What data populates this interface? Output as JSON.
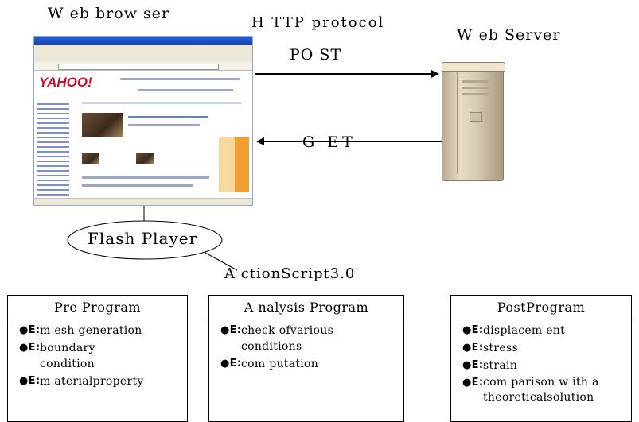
{
  "labels": {
    "web_browser": "W eb brow ser",
    "http_protocol": "H TTP protocol",
    "post": "PO ST",
    "get": "G ET",
    "web_server": "W eb Server",
    "flash_player": "Flash Player",
    "actionscript": "A ctionScript3.0"
  },
  "browser": {
    "logo": "YAHOO!"
  },
  "bullet_glyph": "●E:",
  "programs": [
    {
      "title": "Pre Program",
      "items": [
        "m esh generation",
        "boundary condition",
        "m aterialproperty"
      ]
    },
    {
      "title": "A nalysis Program",
      "items": [
        "check ofvarious conditions",
        "com putation"
      ]
    },
    {
      "title": "PostProgram",
      "items": [
        "displacem ent",
        "stress",
        "strain",
        "com parison w ith a theoreticalsolution"
      ]
    }
  ]
}
